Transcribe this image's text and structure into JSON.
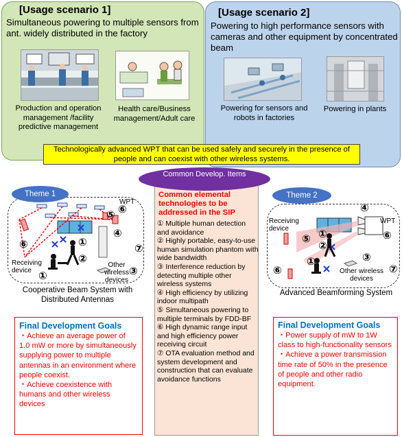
{
  "scenario1": {
    "title": "[Usage scenario 1]",
    "subtitle": "Simultaneous powering to multiple sensors from ant. widely distributed in the factory",
    "caption_left": "Production and operation management /facility predictive management",
    "caption_right": "Health care/Business management/Adult care"
  },
  "scenario2": {
    "title": "[Usage scenario 2]",
    "subtitle": "Powering to high performance sensors with cameras and other equipment by concentrated beam",
    "caption_left": "Powering for sensors and robots in factories",
    "caption_right": "Powering in plants"
  },
  "banner": "Technologically advanced WPT that can be used safely and securely in the presence of people and can coexist with other wireless systems.",
  "common": {
    "oval": "Common Develop. Items",
    "heading": "Common elemental technologies to be addressed in the SIP",
    "items": [
      "① Multiple human detection and avoidance",
      "② Highly portable, easy-to-use human simulation phantom with wide bandwidth",
      "③ Interference reduction by detecting multiple other wireless systems",
      "④ High efficiency by utilizing indoor multipath",
      "⑤ Simultaneous powering to multiple terminals by FDD-BF",
      "⑥ High dynamic range input and high efficiency power receiving circuit",
      "⑦ OTA evaluation method and system development and construction that can evaluate avoidance functions"
    ]
  },
  "theme1": {
    "oval": "Theme 1",
    "wpt": "WPT",
    "receiving": "Receiving device",
    "other": "Other wireless devices",
    "caption": "Cooperative Beam System with Distributed Antennas",
    "nums": [
      "①",
      "②",
      "③",
      "④",
      "⑤",
      "⑥",
      "⑦",
      "⑥",
      "①"
    ],
    "goals_title": "Final Development Goals",
    "goals": [
      "・Achieve an average power of 1.0 mW or more by simultaneously supplying power to multiple antennas in an environment where people coexist.",
      "・Achieve coexistence with humans and other wireless devices"
    ]
  },
  "theme2": {
    "oval": "Theme 2",
    "wpt": "WPT",
    "receiving": "Receiving device",
    "other": "Other wireless devices",
    "caption": "Advanced Beamforming System",
    "nums": [
      "①",
      "②",
      "③",
      "④",
      "⑤",
      "⑥",
      "⑦",
      "⑥",
      "①"
    ],
    "goals_title": "Final Development Goals",
    "goals": [
      "・Power supply of mW to 1W class to high-functionality sensors",
      "・Achieve a power transmission time rate of 50% in the presence of people and other radio equipment."
    ]
  }
}
